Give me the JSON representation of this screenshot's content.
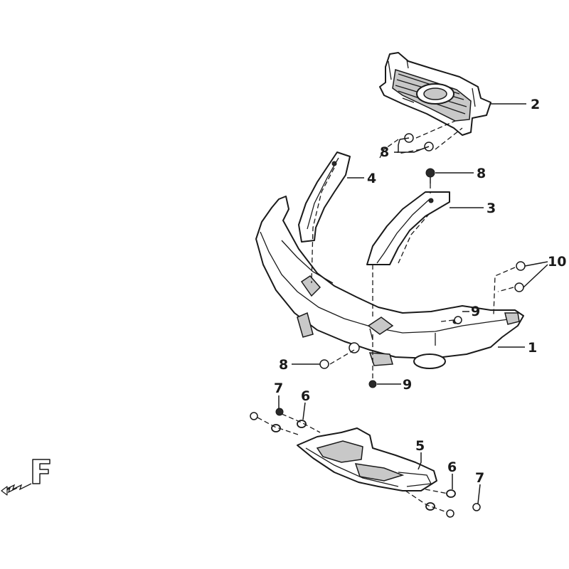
{
  "callouts": {
    "c1": "1",
    "c2": "2",
    "c3": "3",
    "c4": "4",
    "c5": "5",
    "c6a": "6",
    "c6b": "6",
    "c7a": "7",
    "c7b": "7",
    "c8a": "8",
    "c8b": "8",
    "c8c": "8",
    "c9a": "9",
    "c9b": "9",
    "c10": "10"
  },
  "front_symbol": "F"
}
